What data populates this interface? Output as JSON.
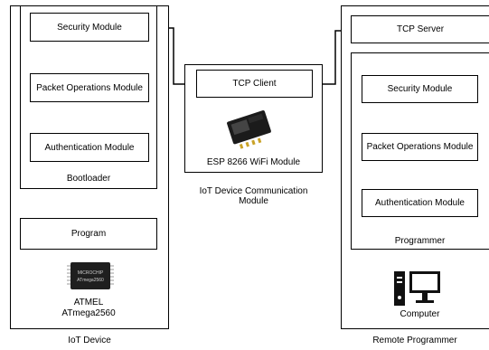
{
  "iot_device": {
    "caption": "IoT Device",
    "bootloader": {
      "label": "Bootloader",
      "modules": [
        "Security Module",
        "Packet Operations Module",
        "Authentication Module"
      ]
    },
    "program": "Program",
    "chip": {
      "line1": "ATMEL",
      "line2": "ATmega2560"
    }
  },
  "comm_module": {
    "caption_line1": "IoT Device Communication",
    "caption_line2": "Module",
    "client": "TCP Client",
    "wifi": "ESP 8266 WiFi Module"
  },
  "remote": {
    "caption": "Remote Programmer",
    "server": "TCP Server",
    "programmer": {
      "label": "Programmer",
      "modules": [
        "Security Module",
        "Packet Operations Module",
        "Authentication Module"
      ]
    },
    "computer": "Computer"
  }
}
